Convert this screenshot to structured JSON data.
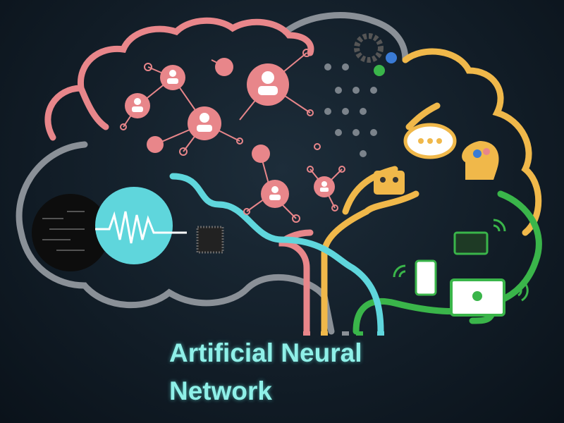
{
  "title": {
    "line1": "Artificial Neural",
    "line2": "Network"
  },
  "colors": {
    "pink": "#e8868a",
    "yellow": "#f0b84a",
    "gray": "#8a9097",
    "green": "#3ab54a",
    "cyan": "#5fd6dc",
    "background": "#111c26"
  },
  "icons": [
    "brain-outline",
    "person-node-icon",
    "gear-icon",
    "crowd-icon",
    "chat-bubble-icon",
    "robot-icon",
    "head-gears-icon",
    "waveform-icon",
    "chip-icon",
    "math-formula-circle",
    "smartphone-icon",
    "tablet-icon",
    "circuit-board-icon",
    "wifi-icon"
  ]
}
